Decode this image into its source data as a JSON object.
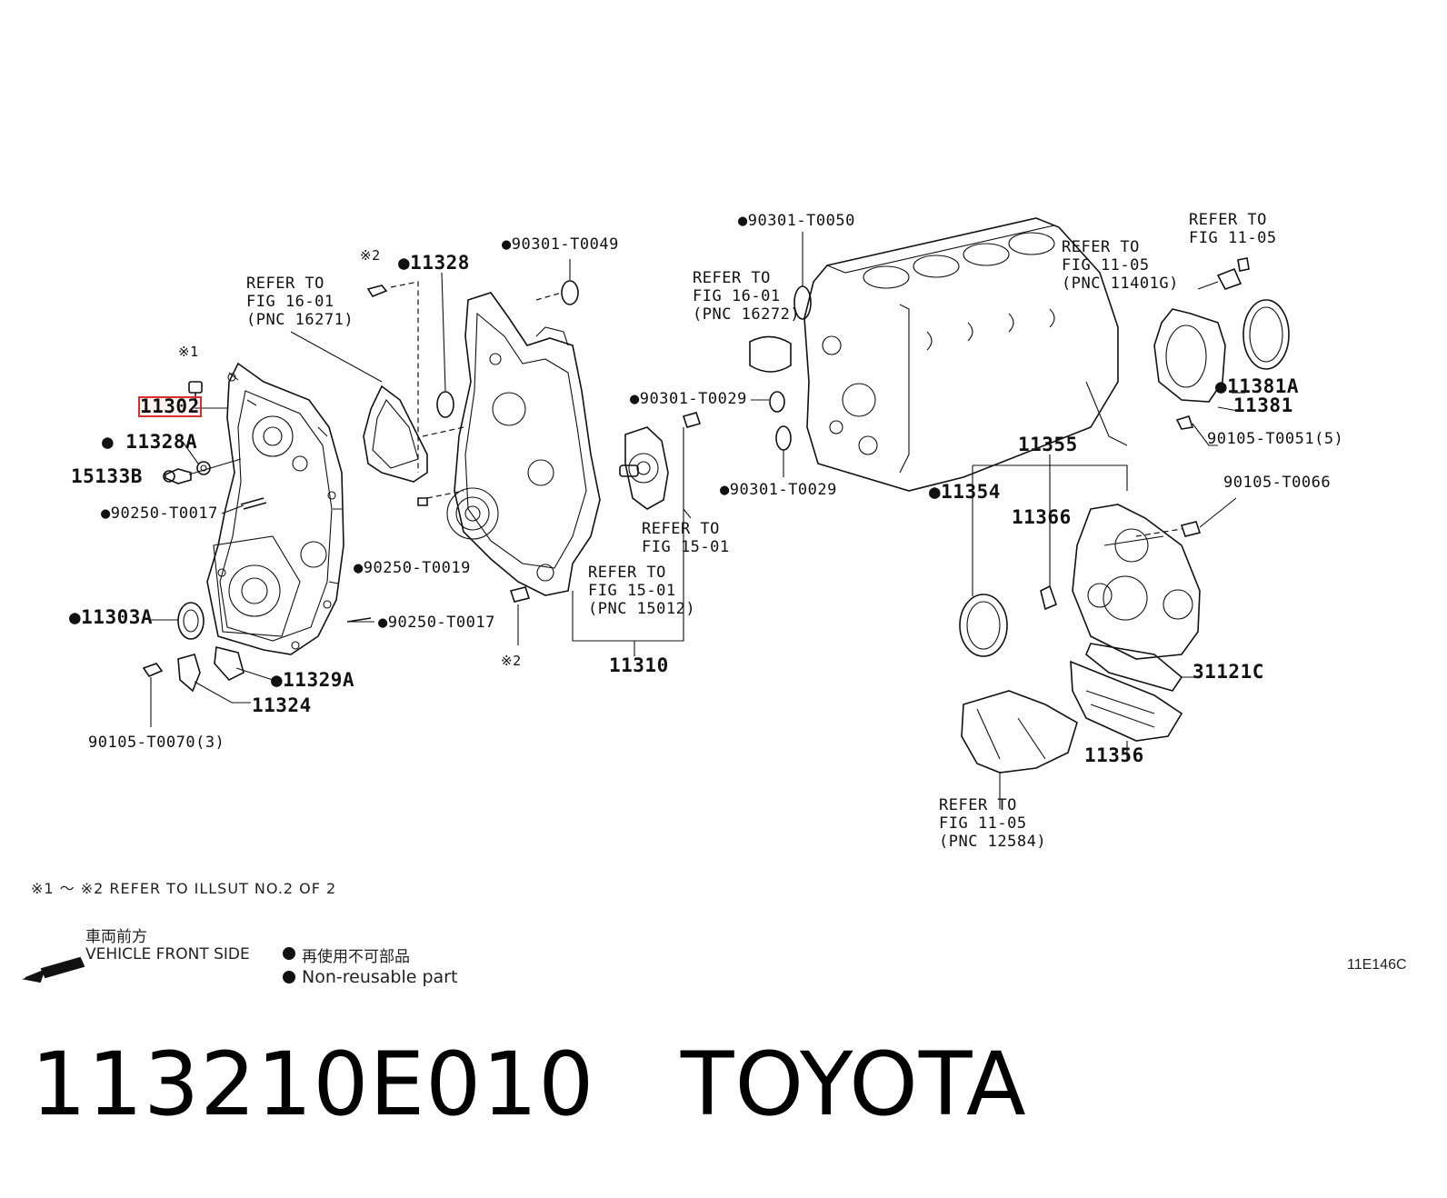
{
  "title": {
    "part_number": "113210E010",
    "brand": "TOYOTA"
  },
  "figure_code": "11E146C",
  "footnote": "※1 ～ ※2 REFER TO ILLSUT NO.2 OF 2",
  "legend": {
    "direction_jp": "車両前方",
    "direction_en": "VEHICLE FRONT SIDE",
    "nonreusable_jp": "再使用不可部品",
    "nonreusable_en": "Non-reusable part"
  },
  "colors": {
    "highlight": "#d9302b",
    "line": "#111111"
  },
  "labels": {
    "p11302": "11302",
    "p11328A": "11328A",
    "p15133B": "15133B",
    "p90250_T0017a": "90250-T0017",
    "p11303A": "11303A",
    "p11324": "11324",
    "p11329A": "11329A",
    "p90105_T0070": "90105-T0070(3)",
    "p90250_T0017b": "90250-T0017",
    "p90250_T0019": "90250-T0019",
    "p11328": "11328",
    "p90301_T0049": "90301-T0049",
    "p90301_T0029a": "90301-T0029",
    "p90301_T0029b": "90301-T0029",
    "p90301_T0050": "90301-T0050",
    "p11310": "11310",
    "p11354": "11354",
    "p11355": "11355",
    "p11366": "11366",
    "p11381A": "11381A",
    "p11381": "11381",
    "p90105_T0051": "90105-T0051(5)",
    "p90105_T0066": "90105-T0066",
    "p31121C": "31121C",
    "p11356": "11356",
    "mark1": "※1",
    "mark2a": "※2",
    "mark2b": "※2"
  },
  "refs": {
    "r16271": "REFER TO\nFIG 16-01\n(PNC 16271)",
    "r16272": "REFER TO\nFIG 16-01\n(PNC 16272)",
    "r11401G": "REFER TO\nFIG 11-05\n(PNC 11401G)",
    "r1105": "REFER TO\nFIG 11-05",
    "r1501": "REFER TO\nFIG 15-01",
    "r15012": "REFER TO\nFIG 15-01\n(PNC 15012)",
    "r12584": "REFER TO\nFIG 11-05\n(PNC 12584)"
  }
}
